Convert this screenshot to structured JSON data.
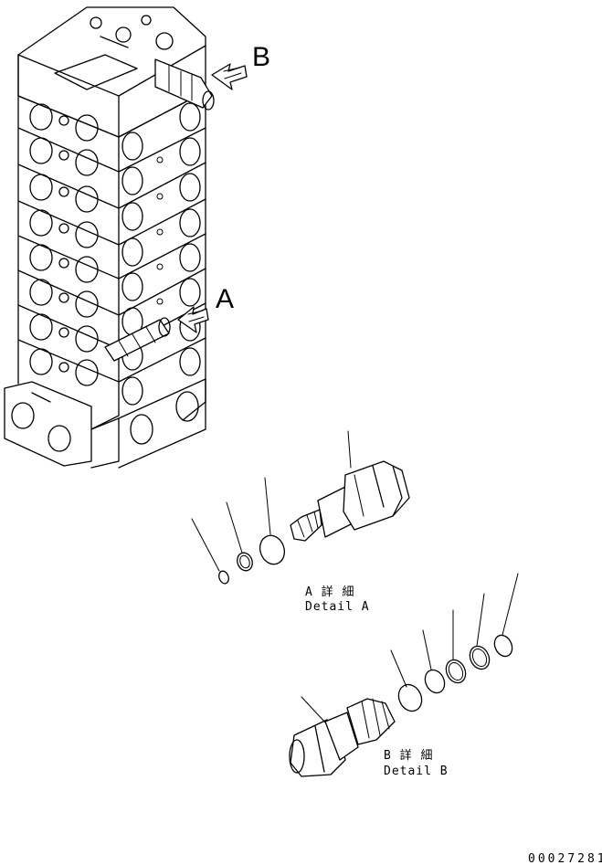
{
  "callouts": {
    "a_label": "A",
    "b_label": "B"
  },
  "detail_a": {
    "jp": "A 詳 細",
    "en": "Detail A"
  },
  "detail_b": {
    "jp": "B 詳 細",
    "en": "Detail B"
  },
  "drawing_number": "00027281"
}
